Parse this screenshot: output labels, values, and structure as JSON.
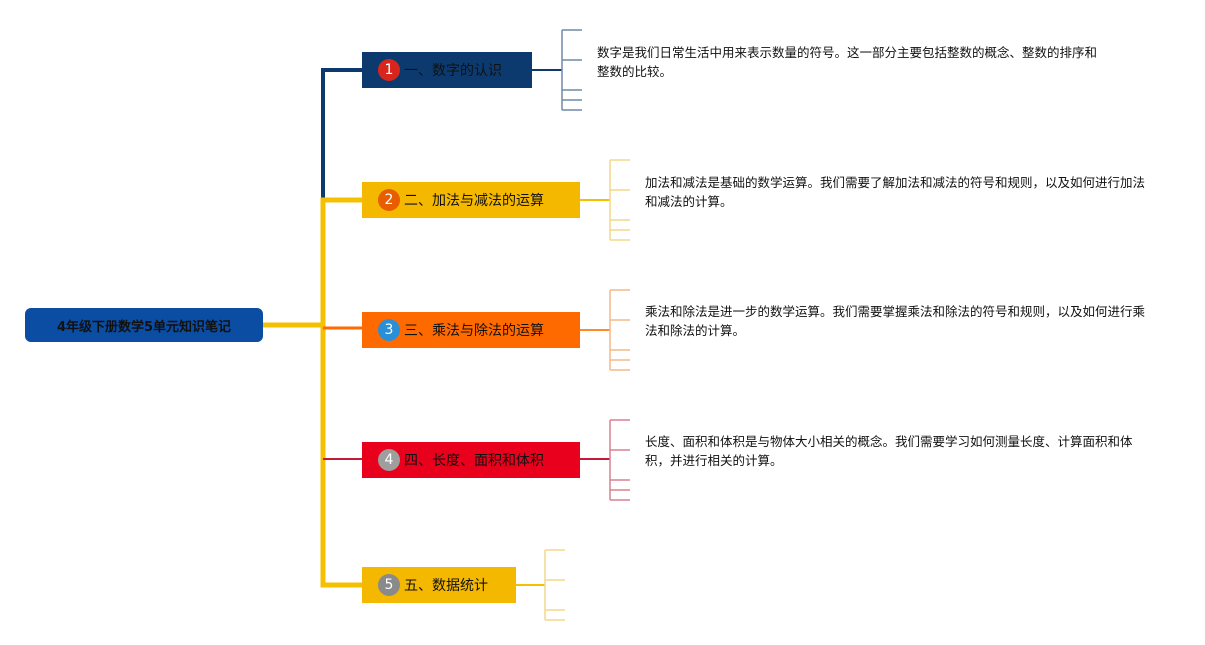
{
  "root": {
    "title": "4年级下册数学5单元知识笔记"
  },
  "colors": {
    "root": "#0b4da2",
    "topic1": "#0d3a6e",
    "topic2": "#f5b800",
    "topic3": "#ff6a00",
    "topic4": "#e8001c",
    "topic5": "#f5b800",
    "trunk": "#f5c000"
  },
  "topics": [
    {
      "num": "1",
      "label": "一、数字的认识",
      "num_color": "#d9261c",
      "note": "数字是我们日常生活中用来表示数量的符号。这一部分主要包括整数的概念、整数的排序和整数的比较。"
    },
    {
      "num": "2",
      "label": "二、加法与减法的运算",
      "num_color": "#e85d00",
      "note": "加法和减法是基础的数学运算。我们需要了解加法和减法的符号和规则，以及如何进行加法和减法的计算。"
    },
    {
      "num": "3",
      "label": "三、乘法与除法的运算",
      "num_color": "#2a8fd6",
      "note": "乘法和除法是进一步的数学运算。我们需要掌握乘法和除法的符号和规则，以及如何进行乘法和除法的计算。"
    },
    {
      "num": "4",
      "label": "四、长度、面积和体积",
      "num_color": "#9e9e9e",
      "note": "长度、面积和体积是与物体大小相关的概念。我们需要学习如何测量长度、计算面积和体积，并进行相关的计算。"
    },
    {
      "num": "5",
      "label": "五、数据统计",
      "num_color": "#8a8a8a",
      "note": ""
    }
  ]
}
